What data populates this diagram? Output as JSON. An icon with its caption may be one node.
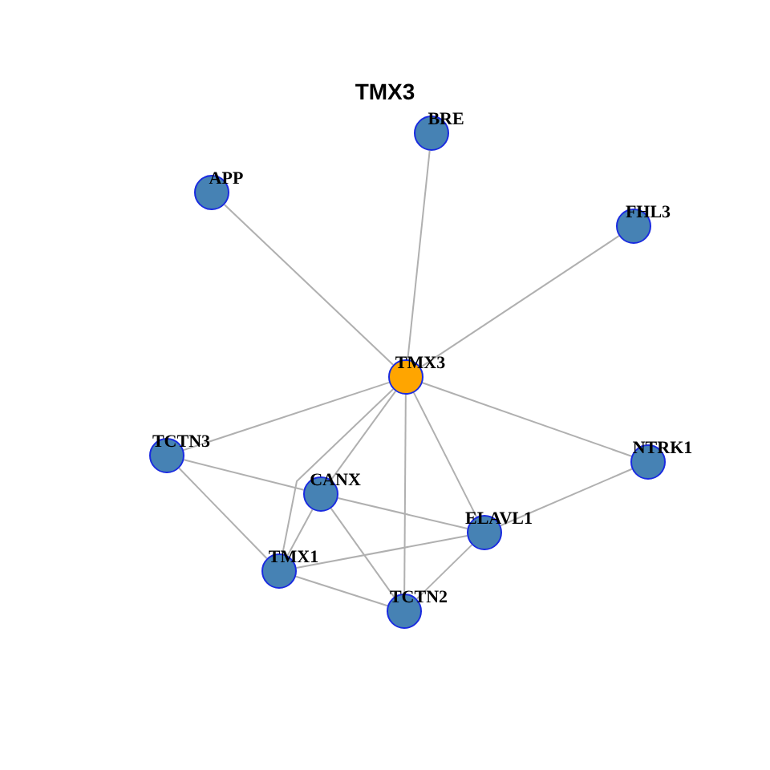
{
  "diagram": {
    "title": "TMX3",
    "nodes": [
      {
        "text": [
          "BRE"
        ]
      },
      {
        "text": [
          "APP"
        ]
      },
      {
        "text": [
          "FHL3"
        ]
      },
      {
        "text": [
          "TMX3"
        ]
      },
      {
        "text": [
          "TCTN3"
        ]
      },
      {
        "text": [
          "NTRK1"
        ]
      },
      {
        "text": [
          "CANX"
        ]
      },
      {
        "text": [
          "ELAVL1"
        ]
      },
      {
        "text": [
          "TMX1"
        ]
      },
      {
        "text": [
          "TCTN2"
        ]
      }
    ],
    "edges": [
      {
        "from": 3,
        "to": 1,
        "arrow": "none"
      },
      {
        "from": 3,
        "to": 0,
        "arrow": "none"
      },
      {
        "from": 3,
        "to": 2,
        "arrow": "none"
      },
      {
        "from": 3,
        "to": 4,
        "arrow": "none"
      },
      {
        "from": 3,
        "to": 5,
        "arrow": "none"
      },
      {
        "from": 3,
        "to": 6,
        "arrow": "none"
      },
      {
        "from": 3,
        "to": 8,
        "arrow": "none"
      },
      {
        "from": 3,
        "to": 9,
        "arrow": "none"
      },
      {
        "from": 3,
        "to": 7,
        "arrow": "none"
      },
      {
        "from": 4,
        "to": 6,
        "arrow": "none"
      },
      {
        "from": 4,
        "to": 8,
        "arrow": "none"
      },
      {
        "from": 6,
        "to": 8,
        "arrow": "none"
      },
      {
        "from": 6,
        "to": 7,
        "arrow": "none"
      },
      {
        "from": 6,
        "to": 9,
        "arrow": "none"
      },
      {
        "from": 8,
        "to": 7,
        "arrow": "none"
      },
      {
        "from": 8,
        "to": 9,
        "arrow": "none"
      },
      {
        "from": 7,
        "to": 9,
        "arrow": "none"
      },
      {
        "from": 7,
        "to": 5,
        "arrow": "none"
      }
    ]
  }
}
